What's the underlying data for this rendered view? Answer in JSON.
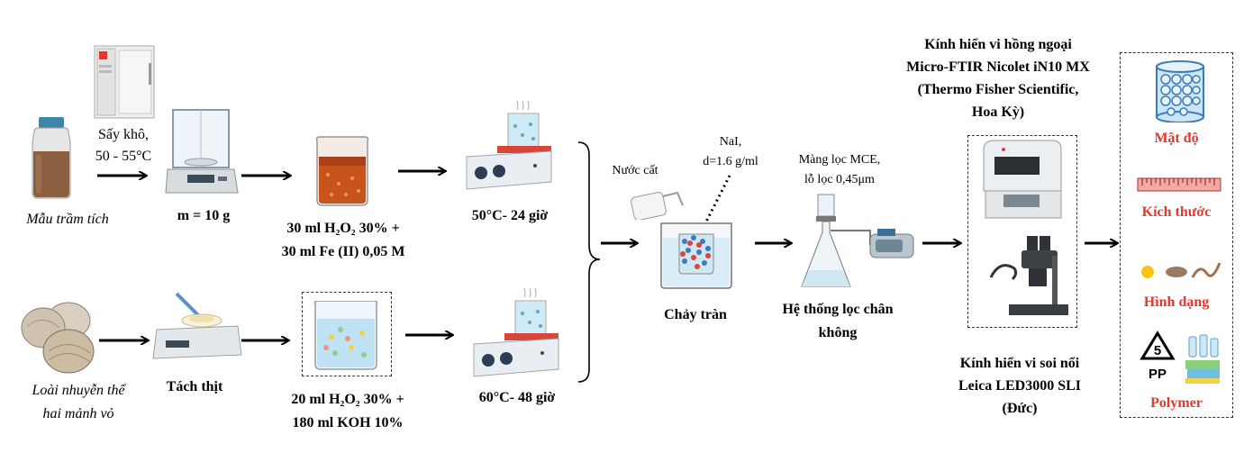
{
  "row1": {
    "sample_label": "Mẫu trầm tích",
    "drying_label": "Sấy khô,",
    "drying_temp": "50 - 55°C",
    "weight_label": "m = 10 g",
    "reagent_line1": "30 ml H₂O₂ 30% +",
    "reagent_line2": "30 ml Fe (II) 0,05 M",
    "incubation": "50°C- 24 giờ"
  },
  "row2": {
    "sample_line1": "Loài nhuyễn thể",
    "sample_line2": "hai mảnh vỏ",
    "step_label": "Tách thịt",
    "reagent_line1": "20 ml H₂O₂ 30% +",
    "reagent_line2": "180 ml KOH 10%",
    "incubation": "60°C- 48 giờ"
  },
  "separation": {
    "water_label": "Nước cất",
    "salt_line1": "NaI,",
    "salt_line2": "d=1.6 g/ml",
    "overflow_label": "Chảy tràn"
  },
  "filtration": {
    "membrane_line1": "Màng lọc MCE,",
    "membrane_line2": "lỗ lọc 0,45μm",
    "system_line1": "Hệ thống lọc chân",
    "system_line2": "không"
  },
  "microscopes": {
    "ftir_line1": "Kính hiển vi hồng ngoại",
    "ftir_line2": "Micro-FTIR Nicolet iN10 MX",
    "ftir_line3": "(Thermo Fisher Scientific,",
    "ftir_line4": "Hoa Kỳ)",
    "stereo_line1": "Kính hiển vi soi nổi",
    "stereo_line2": "Leica LED3000 SLI",
    "stereo_line3": "(Đức)"
  },
  "outputs": {
    "density": "Mật độ",
    "size": "Kích thước",
    "shape": "Hình dạng",
    "polymer": "Polymer",
    "recycle_number": "5",
    "recycle_code": "PP"
  },
  "colors": {
    "accent_red": "#e8352a",
    "water_blue": "#bfe3f5",
    "sediment_brown": "#8a6040",
    "digest_orange": "#c8541c"
  }
}
